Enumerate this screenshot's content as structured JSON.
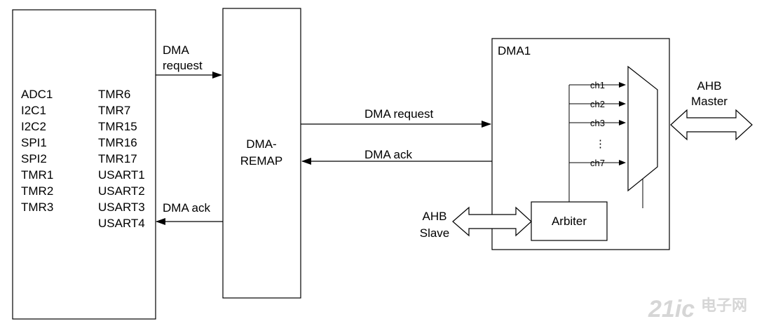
{
  "peripherals": {
    "left_column": [
      "ADC1",
      "I2C1",
      "I2C2",
      "SPI1",
      "SPI2",
      "TMR1",
      "TMR2",
      "TMR3"
    ],
    "right_column": [
      "TMR6",
      "TMR7",
      "TMR15",
      "TMR16",
      "TMR17",
      "USART1",
      "USART2",
      "USART3",
      "USART4"
    ]
  },
  "remap": {
    "line1": "DMA-",
    "line2": "REMAP"
  },
  "links": {
    "left_request": [
      "DMA",
      "request"
    ],
    "left_ack": "DMA ack",
    "mid_request": "DMA request",
    "mid_ack": "DMA ack"
  },
  "dma": {
    "title": "DMA1",
    "channels": [
      "ch1",
      "ch2",
      "ch3",
      "ch7"
    ],
    "ellipsis": "⋮",
    "arbiter": "Arbiter"
  },
  "ahb": {
    "master": [
      "AHB",
      "Master"
    ],
    "slave": [
      "AHB",
      "Slave"
    ]
  },
  "watermark": {
    "text": "21ic",
    "cn": "电子网"
  }
}
